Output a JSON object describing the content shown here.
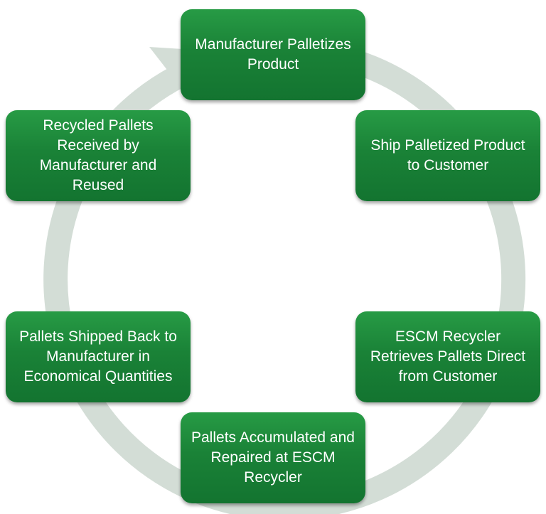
{
  "diagram": {
    "type": "cycle",
    "ring_color": "#d3ddd6",
    "box_color": "#1a8237",
    "text_color": "#ffffff",
    "steps": [
      {
        "id": "s1",
        "label": "Manufacturer Palletizes Product"
      },
      {
        "id": "s2",
        "label": "Ship Palletized Product to Customer"
      },
      {
        "id": "s3",
        "label": "ESCM Recycler Retrieves Pallets Direct from Customer"
      },
      {
        "id": "s4",
        "label": "Pallets Accumulated and Repaired at ESCM Recycler"
      },
      {
        "id": "s5",
        "label": "Pallets Shipped Back to Manufacturer in Economical Quantities"
      },
      {
        "id": "s6",
        "label": "Recycled Pallets Received by Manufacturer and Reused"
      }
    ]
  }
}
